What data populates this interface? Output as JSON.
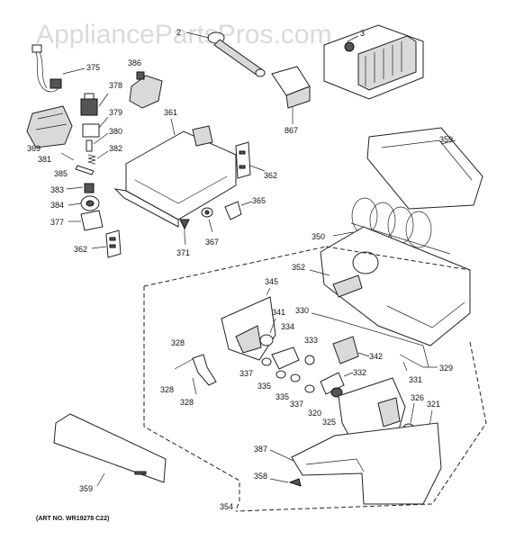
{
  "watermark": "AppliancePartsPros.com",
  "art_number": "(ART NO. WR19278 C22)",
  "callouts": {
    "c2": "2",
    "c3": "3",
    "c375": "375",
    "c386": "386",
    "c378": "378",
    "c379": "379",
    "c380": "380",
    "c382": "382",
    "c369": "369",
    "c381": "381",
    "c385": "385",
    "c383": "383",
    "c384": "384",
    "c377": "377",
    "c362a": "362",
    "c361": "361",
    "c362b": "362",
    "c365": "365",
    "c371": "371",
    "c367": "367",
    "c867": "867",
    "c359a": "359",
    "c350": "350",
    "c352": "352",
    "c345": "345",
    "c341": "341",
    "c330": "330",
    "c334": "334",
    "c333": "333",
    "c342": "342",
    "c329": "329",
    "c331": "331",
    "c328a": "328",
    "c328b": "328",
    "c328c": "328",
    "c337a": "337",
    "c335a": "335",
    "c335b": "335",
    "c337b": "337",
    "c332": "332",
    "c326": "326",
    "c321": "321",
    "c320": "320",
    "c325": "325",
    "c387": "387",
    "c358": "358",
    "c359b": "359",
    "c354": "354"
  }
}
